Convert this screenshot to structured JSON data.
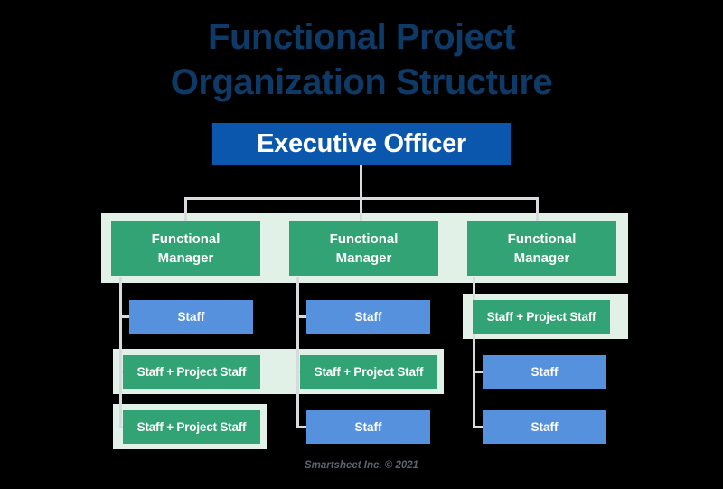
{
  "title": {
    "line1": "Functional Project",
    "line2": "Organization Structure"
  },
  "footer": "Smartsheet Inc. © 2021",
  "colors": {
    "title": "#0d3a66",
    "executive_box": "#0b57ae",
    "manager_box": "#31a374",
    "staff_box": "#5591dd",
    "staff_project_box": "#31a374",
    "highlight_band": "#e2f1e8",
    "connector": "#d8dade",
    "background": "#000000",
    "box_text": "#ffffff",
    "footer_text": "#5a6472"
  },
  "chart_data": {
    "type": "diagram",
    "diagram_kind": "organization-chart",
    "title": "Functional Project Organization Structure",
    "root": {
      "label": "Executive Officer",
      "level": 0,
      "style": "executive"
    },
    "columns": [
      {
        "index": 1,
        "manager": {
          "label_line1": "Functional",
          "label_line2": "Manager",
          "style": "manager"
        },
        "reports": [
          {
            "label": "Staff",
            "style": "staff",
            "highlighted": false
          },
          {
            "label": "Staff + Project Staff",
            "style": "staff-project",
            "highlighted": true
          },
          {
            "label": "Staff + Project Staff",
            "style": "staff-project",
            "highlighted": true
          }
        ]
      },
      {
        "index": 2,
        "manager": {
          "label_line1": "Functional",
          "label_line2": "Manager",
          "style": "manager"
        },
        "reports": [
          {
            "label": "Staff",
            "style": "staff",
            "highlighted": false
          },
          {
            "label": "Staff + Project Staff",
            "style": "staff-project",
            "highlighted": true
          },
          {
            "label": "Staff",
            "style": "staff",
            "highlighted": false
          }
        ]
      },
      {
        "index": 3,
        "manager": {
          "label_line1": "Functional",
          "label_line2": "Manager",
          "style": "manager"
        },
        "reports": [
          {
            "label": "Staff + Project Staff",
            "style": "staff-project",
            "highlighted": true
          },
          {
            "label": "Staff",
            "style": "staff",
            "highlighted": false
          },
          {
            "label": "Staff",
            "style": "staff",
            "highlighted": false
          }
        ]
      }
    ]
  }
}
